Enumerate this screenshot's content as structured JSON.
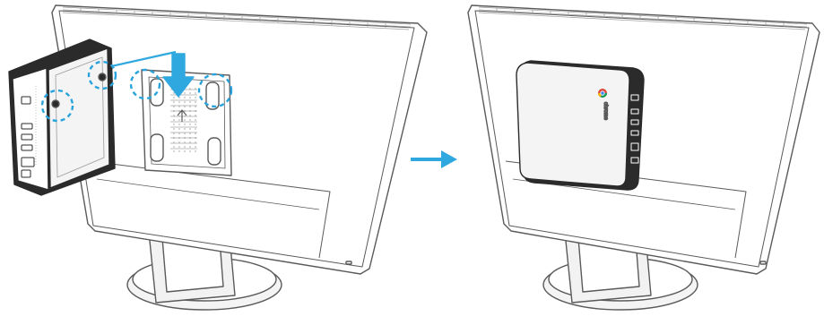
{
  "steps": [
    {
      "name": "before-mounting",
      "callouts": [
        "screw-left-upper",
        "screw-left-lower",
        "bracket-hook-left",
        "bracket-hook-right"
      ]
    },
    {
      "name": "after-mounting"
    }
  ],
  "device": {
    "brand_text": "chrome",
    "logo_icon": "chrome-logo-icon"
  },
  "icons": {
    "down_arrow": "arrow-down-icon",
    "right_arrow": "arrow-right-icon",
    "vesa_bracket": "vesa-bracket-icon",
    "callout": "dashed-circle-callout-icon",
    "power_led": "power-led-icon"
  },
  "colors": {
    "line": "#5a5a5a",
    "monitor_fill": "#ffffff",
    "stand_fill": "#f2f2f2",
    "vent": "#9a9a9a",
    "accent_arrow": "#2fa8df",
    "callout": "#29a3dc",
    "device_dark": "#2b2b2b",
    "device_face": "#f4f4f4"
  }
}
